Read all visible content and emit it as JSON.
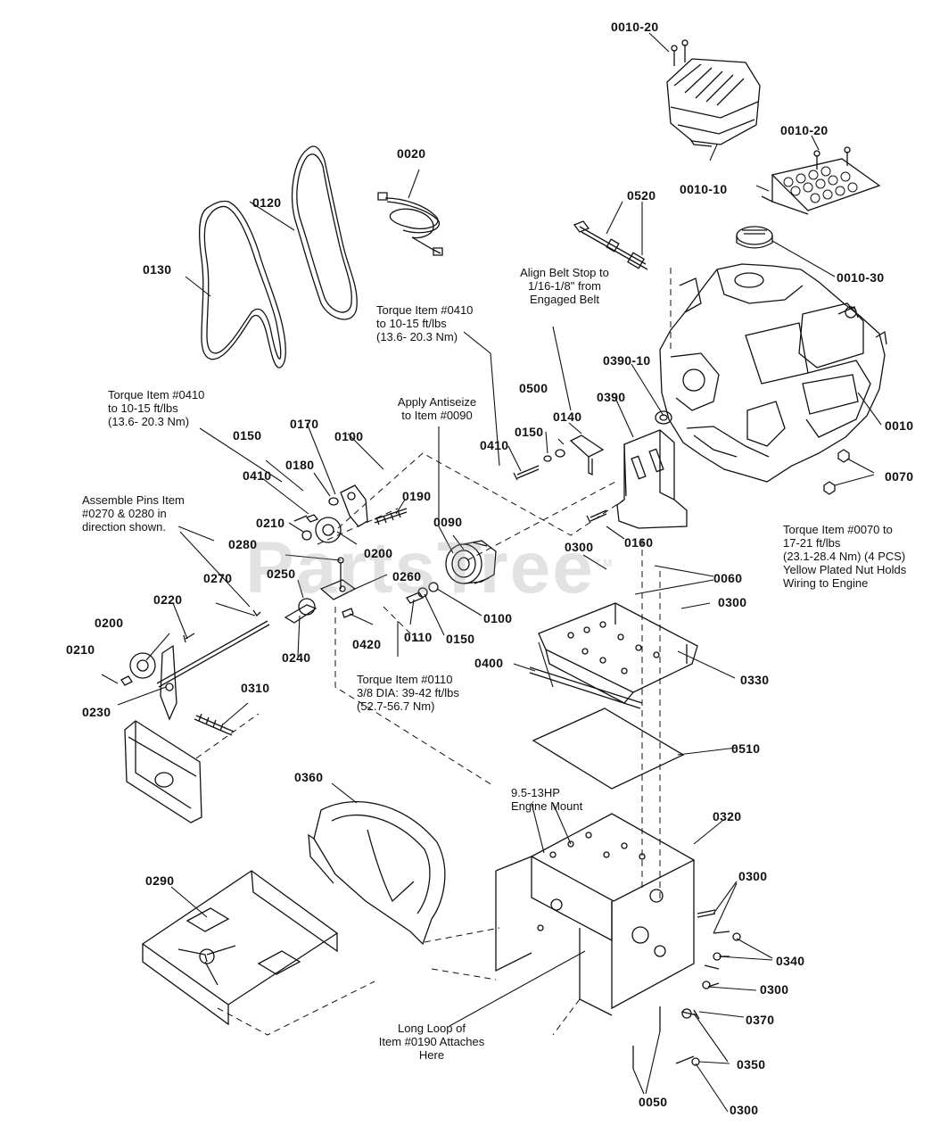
{
  "watermark": "PartsTree",
  "watermark_tm": "TM",
  "part_labels": {
    "p0010_20_top": "0010-20",
    "p0010_20_mid": "0010-20",
    "p0010_10": "0010-10",
    "p0010_30": "0010-30",
    "p0010": "0010",
    "p0020": "0020",
    "p0120": "0120",
    "p0130": "0130",
    "p0520": "0520",
    "p0390_10": "0390-10",
    "p0390": "0390",
    "p0500": "0500",
    "p0140": "0140",
    "p0150_mid": "0150",
    "p0410_mid": "0410",
    "p0070": "0070",
    "p0150_left": "0150",
    "p0170": "0170",
    "p0100_top": "0100",
    "p0410_left": "0410",
    "p0180": "0180",
    "p0190": "0190",
    "p0090": "0090",
    "p0210_upper": "0210",
    "p0200_upper": "0200",
    "p0280": "0280",
    "p0160": "0160",
    "p0300_a": "0300",
    "p0060": "0060",
    "p0300_b": "0300",
    "p0250": "0250",
    "p0260": "0260",
    "p0100_mid": "0100",
    "p0270": "0270",
    "p0220": "0220",
    "p0420": "0420",
    "p0110": "0110",
    "p0150_low": "0150",
    "p0240": "0240",
    "p0400": "0400",
    "p0330": "0330",
    "p0200_left": "0200",
    "p0210_left": "0210",
    "p0230": "0230",
    "p0310": "0310",
    "p0510": "0510",
    "p0360": "0360",
    "p0320": "0320",
    "p0290": "0290",
    "p0300_c": "0300",
    "p0340": "0340",
    "p0300_d": "0300",
    "p0370": "0370",
    "p0350": "0350",
    "p0050": "0050",
    "p0300_e": "0300"
  },
  "notes": {
    "align_belt": "Align Belt Stop to\n1/16-1/8\" from\nEngaged Belt",
    "torque_0410_mid": "Torque Item #0410\nto 10-15 ft/lbs\n(13.6- 20.3 Nm)",
    "torque_0410_left": "Torque Item #0410\nto 10-15 ft/lbs\n(13.6- 20.3 Nm)",
    "antiseize": "Apply Antiseize\nto Item #0090",
    "assemble_pins": "Assemble Pins Item\n#0270 & 0280 in\ndirection shown.",
    "torque_0070": "Torque Item #0070 to\n17-21 ft/lbs\n(23.1-28.4 Nm) (4 PCS)\nYellow Plated Nut Holds\nWiring to Engine",
    "torque_0110": "Torque Item #0110\n3/8 DIA: 39-42 ft/lbs\n(52.7-56.7 Nm)",
    "engine_mount": "9.5-13HP\nEngine Mount",
    "long_loop": "Long Loop of\nItem #0190 Attaches\nHere"
  }
}
